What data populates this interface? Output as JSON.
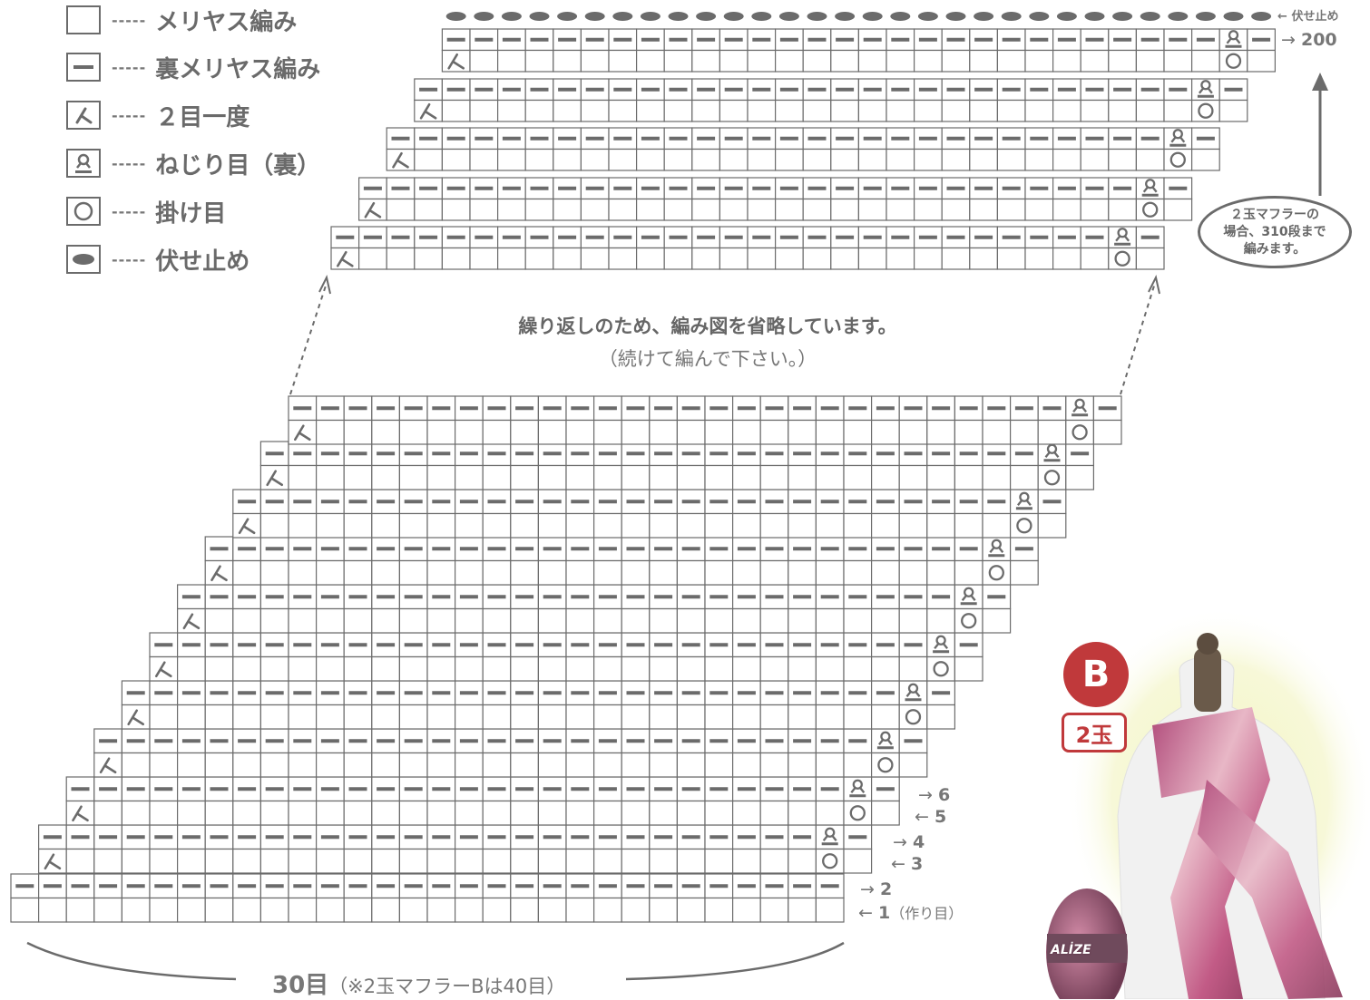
{
  "legend": [
    {
      "symbol": "blank",
      "label": "メリヤス編み"
    },
    {
      "symbol": "purl",
      "label": "裏メリヤス編み"
    },
    {
      "symbol": "k2tog",
      "label": "２目一度"
    },
    {
      "symbol": "twist",
      "label": "ねじり目（裏）"
    },
    {
      "symbol": "yo",
      "label": "掛け目"
    },
    {
      "symbol": "bindoff",
      "label": "伏せ止め"
    }
  ],
  "legend_dash": "-----",
  "caption": {
    "main": "繰り返しのため、編み図を省略しています。",
    "sub": "（続けて編んで下さい。）"
  },
  "row_labels": [
    {
      "arrow": "→",
      "num": "6",
      "note": ""
    },
    {
      "arrow": "←",
      "num": "5",
      "note": ""
    },
    {
      "arrow": "→",
      "num": "4",
      "note": ""
    },
    {
      "arrow": "←",
      "num": "3",
      "note": ""
    },
    {
      "arrow": "→",
      "num": "2",
      "note": ""
    },
    {
      "arrow": "←",
      "num": "1",
      "note": "（作り目）"
    }
  ],
  "top_labels": {
    "row200": "200",
    "row200_arrow": "→",
    "bindoff_arrow": "←",
    "bindoff": "伏せ止め"
  },
  "note": {
    "line1": "２玉マフラーの",
    "line2": "場合、310段まで",
    "line3": "編みます。"
  },
  "stitch_count": {
    "main": "30目",
    "detail": "（※2玉マフラーBは40目）"
  },
  "badge": {
    "letter": "B",
    "balls": "2玉"
  },
  "yarn_label": "ALİZE",
  "colors": {
    "grid": "#6b6b6b",
    "text": "#666666",
    "badge": "#c0393b"
  }
}
